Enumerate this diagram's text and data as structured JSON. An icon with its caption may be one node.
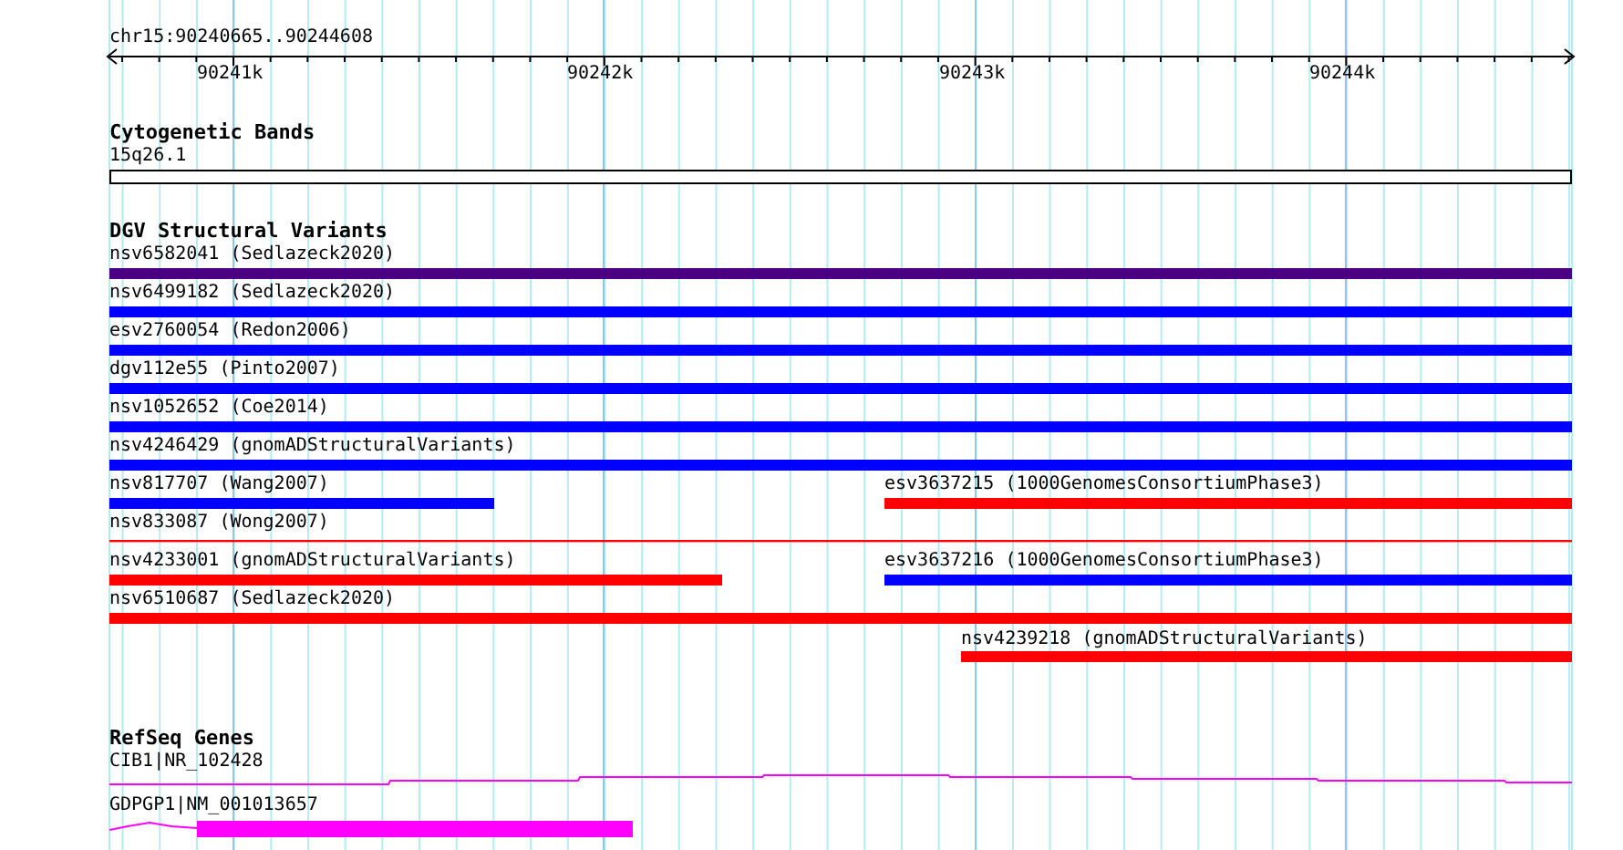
{
  "diagram": {
    "title": "chr15:90240665..90244608",
    "nodes": [
      {
        "text": [
          "15q26.1"
        ]
      },
      {
        "text": [
          "nsv6582041 (Sedlazeck2020)"
        ]
      },
      {
        "text": [
          "nsv6499182 (Sedlazeck2020)"
        ]
      },
      {
        "text": [
          "esv2760054 (Redon2006)"
        ]
      },
      {
        "text": [
          "dgv112e55 (Pinto2007)"
        ]
      },
      {
        "text": [
          "nsv1052652 (Coe2014)"
        ]
      },
      {
        "text": [
          "nsv4246429 (gnomADStructuralVariants)"
        ]
      },
      {
        "text": [
          "nsv817707 (Wang2007)"
        ]
      },
      {
        "text": [
          "esv3637215 (1000GenomesConsortiumPhase3)"
        ]
      },
      {
        "text": [
          "nsv833087 (Wong2007)"
        ]
      },
      {
        "text": [
          "nsv4233001 (gnomADStructuralVariants)"
        ]
      },
      {
        "text": [
          "esv3637216 (1000GenomesConsortiumPhase3)"
        ]
      },
      {
        "text": [
          "nsv6510687 (Sedlazeck2020)"
        ]
      },
      {
        "text": [
          "nsv4239218 (gnomADStructuralVariants)"
        ]
      },
      {
        "text": [
          "CIB1|NR_102428"
        ]
      },
      {
        "text": [
          "GDPGP1|NM_001013657"
        ]
      }
    ],
    "edges": [],
    "labels": [
      "90241k",
      "90242k",
      "90243k",
      "90244k",
      "Cytogenetic Bands",
      "DGV Structural Variants",
      "RefSeq Genes"
    ]
  }
}
